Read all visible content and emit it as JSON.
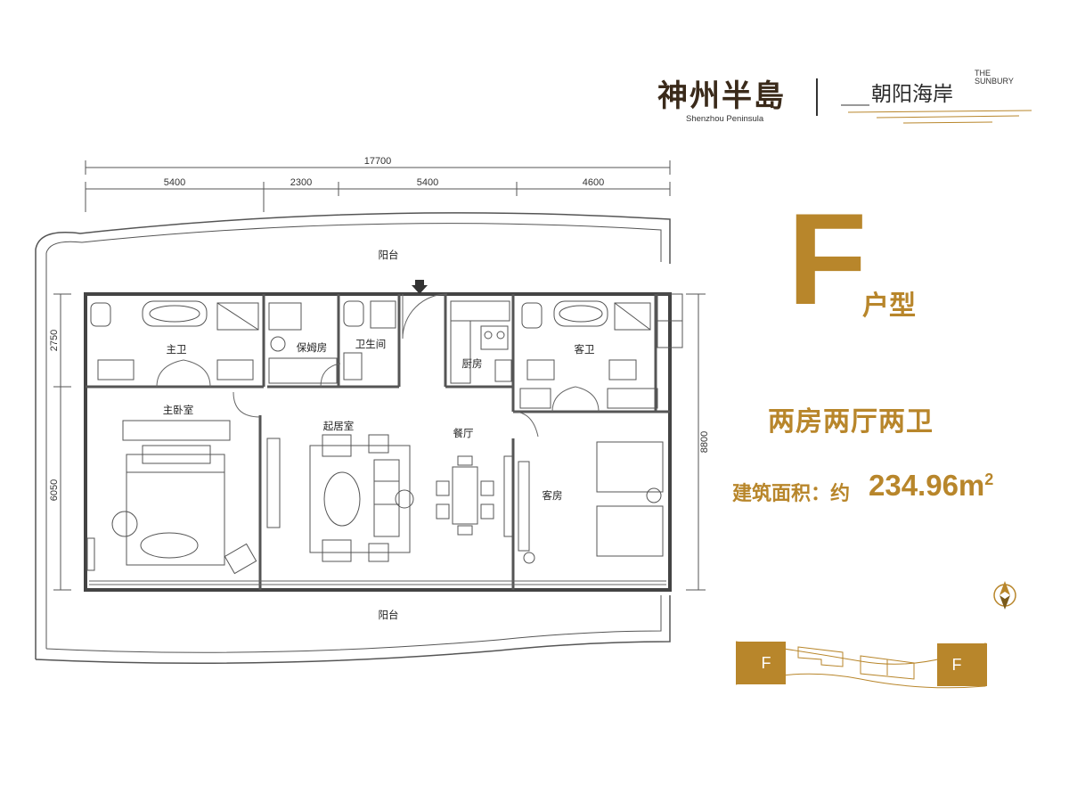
{
  "brand": {
    "developer_cn": "神州半島",
    "developer_en": "Shenzhou Peninsula",
    "project_cn": "朝阳海岸",
    "project_en_line1": "THE",
    "project_en_line2": "SUNBURY"
  },
  "unit": {
    "type_letter": "F",
    "type_suffix": "户型",
    "layout": "两房两厅两卫",
    "area_label": "建筑面积：约",
    "area_value": "234.96m",
    "area_unit_sup": "2"
  },
  "dimensions": {
    "total_width": "17700",
    "segments": [
      "5400",
      "2300",
      "5400",
      "4600"
    ],
    "left_top": "2750",
    "left_bottom": "6050",
    "right_total": "8800"
  },
  "rooms": {
    "balcony_north": "阳台",
    "balcony_south": "阳台",
    "master_bath": "主卫",
    "nanny_room": "保姆房",
    "bathroom": "卫生间",
    "kitchen": "厨房",
    "guest_bath": "客卫",
    "master_bedroom": "主卧室",
    "living_room": "起居室",
    "dining_room": "餐厅",
    "guest_room": "客房"
  },
  "compass": {
    "north_label": "N"
  },
  "keyplan": {
    "left_label": "F",
    "right_label": "F"
  },
  "colors": {
    "accent": "#b8862b",
    "line": "#555555"
  }
}
